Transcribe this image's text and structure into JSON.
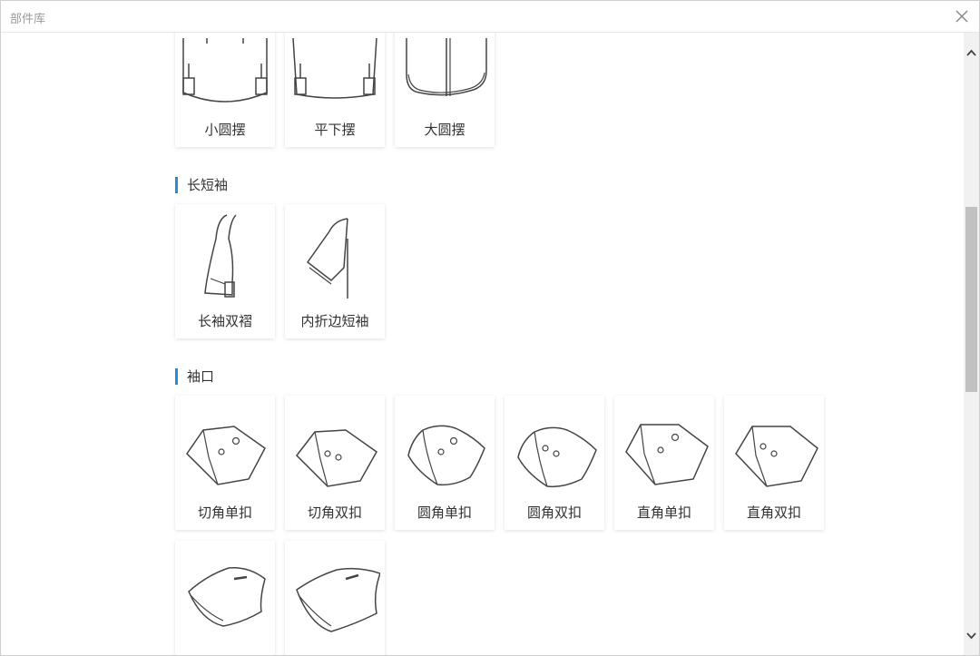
{
  "window": {
    "title": "部件库"
  },
  "hem_items": [
    "小圆摆",
    "平下摆",
    "大圆摆"
  ],
  "sections": {
    "sleeves": {
      "title": "长短袖",
      "items": [
        "长袖双褶",
        "内折边短袖"
      ]
    },
    "cuffs": {
      "title": "袖口",
      "items": [
        "切角单扣",
        "切角双扣",
        "圆角单扣",
        "圆角双扣",
        "直角单扣",
        "直角双扣"
      ]
    }
  },
  "icons": {
    "close": "close-icon",
    "scroll_up": "chevron-up-icon",
    "scroll_down": "chevron-down-icon"
  },
  "colors": {
    "accent": "#2a8ad4",
    "scroll_thumb": "#c1c1c1"
  }
}
